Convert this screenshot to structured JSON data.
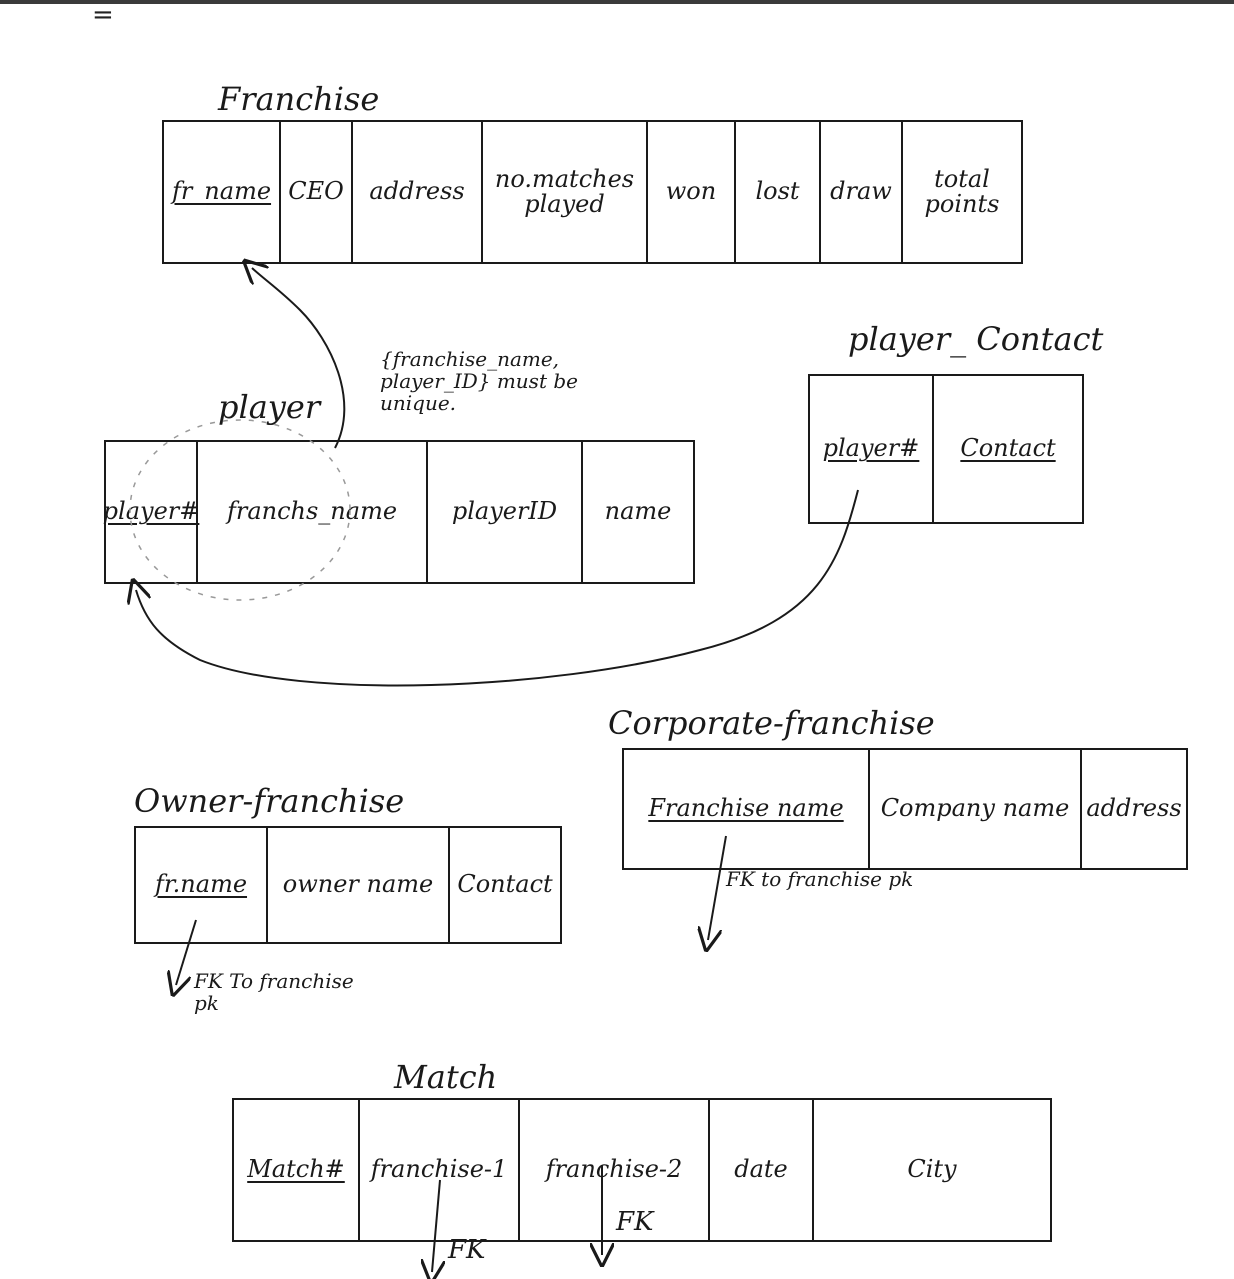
{
  "franchise": {
    "title": "Franchise",
    "columns": [
      "fr_name",
      "CEO",
      "address",
      "no.matches played",
      "won",
      "lost",
      "draw",
      "total points"
    ]
  },
  "player": {
    "title": "player",
    "columns": [
      "player#",
      "franchs_name",
      "playerID",
      "name"
    ],
    "note": "{franchise_name, player_ID} must be unique."
  },
  "player_contact": {
    "title": "player_ Contact",
    "columns": [
      "player#",
      "Contact"
    ]
  },
  "owner_franchise": {
    "title": "Owner-franchise",
    "columns": [
      "fr.name",
      "owner name",
      "Contact"
    ],
    "fk_note": "FK To franchise pk"
  },
  "corporate_franchise": {
    "title": "Corporate-franchise",
    "columns": [
      "Franchise name",
      "Company name",
      "address"
    ],
    "fk_note": "FK to franchise pk"
  },
  "match": {
    "title": "Match",
    "columns": [
      "Match#",
      "franchise-1",
      "franchise-2",
      "date",
      "City"
    ],
    "fk_labels": [
      "FK",
      "FK"
    ]
  }
}
